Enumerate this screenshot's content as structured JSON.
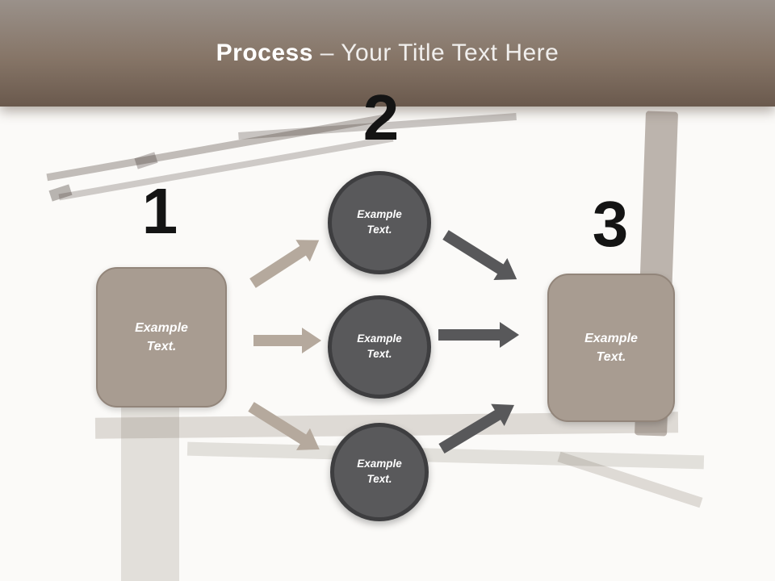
{
  "slide": {
    "title_bold": "Process",
    "title_rest": " – Your Title Text Here"
  },
  "diagram": {
    "numbers": [
      "1",
      "2",
      "3"
    ],
    "left_box": {
      "label": "Example Text."
    },
    "right_box": {
      "label": "Example Text."
    },
    "circles": [
      {
        "label": "Example Text."
      },
      {
        "label": "Example Text."
      },
      {
        "label": "Example Text."
      }
    ]
  },
  "colors": {
    "header_top": "#9a918a",
    "header_bottom": "#6a594d",
    "box_fill": "#a89c91",
    "box_border": "#92857a",
    "circle_fill": "#59595b",
    "circle_border": "#3e3e40",
    "arrow_light": "#b5a99d",
    "arrow_dark": "#58585a",
    "number_color": "#141414",
    "title_color": "#ffffff"
  }
}
